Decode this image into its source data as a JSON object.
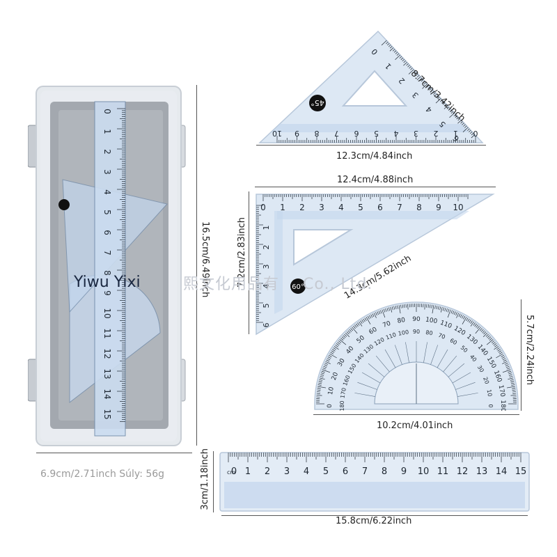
{
  "product": {
    "brand_left": "Yiwu Yixi",
    "brand_right_cjk": "熙文化用品有",
    "brand_right_latin": "Co., Ltd."
  },
  "dimensions": {
    "case_height": "16.5cm/6.49inch",
    "case_width_and_weight": "6.9cm/2.71inch Súly: 56g",
    "triangle45_hypotenuse": "8.7cm/3.42inch",
    "triangle45_base": "12.3cm/4.84inch",
    "triangle60_top": "12.4cm/4.88inch",
    "triangle60_side": "7.2cm/2.83inch",
    "triangle60_hypotenuse": "14.3cm/5.62inch",
    "protractor_height": "5.7cm/2.24inch",
    "protractor_width": "10.2cm/4.01inch",
    "ruler_height": "3cm/1.18inch",
    "ruler_length": "15.8cm/6.22inch"
  },
  "markings": {
    "cm_unit": "cm",
    "badge45": "45°",
    "badge60": "60°",
    "ruler_numbers": [
      "0",
      "1",
      "2",
      "3",
      "4",
      "5",
      "6",
      "7",
      "8",
      "9",
      "10",
      "11",
      "12",
      "13",
      "14",
      "15"
    ],
    "tri60_top_numbers": [
      "0",
      "1",
      "2",
      "3",
      "4",
      "5",
      "6",
      "7",
      "8",
      "9",
      "10"
    ],
    "tri60_side_numbers": [
      "1",
      "2",
      "3",
      "4",
      "5",
      "6"
    ],
    "tri45_base_numbers": [
      "10",
      "9",
      "8",
      "7",
      "6",
      "5",
      "4",
      "3",
      "2",
      "1",
      "0"
    ],
    "tri45_side_numbers": [
      "0",
      "1",
      "2",
      "3",
      "4",
      "5",
      "6"
    ],
    "case_ruler_numbers": [
      "0",
      "1",
      "2",
      "3",
      "4",
      "5",
      "6",
      "7",
      "8",
      "9",
      "10",
      "11",
      "12",
      "13",
      "14",
      "15"
    ],
    "protractor_outer": [
      "0",
      "10",
      "20",
      "30",
      "40",
      "50",
      "60",
      "70",
      "80",
      "90",
      "100",
      "110",
      "120",
      "130",
      "140",
      "150",
      "160",
      "170",
      "180"
    ],
    "protractor_inner": [
      "180",
      "170",
      "160",
      "150",
      "140",
      "130",
      "120",
      "110",
      "100",
      "90",
      "80",
      "70",
      "60",
      "50",
      "40",
      "30",
      "20",
      "10",
      "0"
    ]
  },
  "colors": {
    "plastic": "#d9e6f3",
    "plastic_edge": "#b8c8db",
    "band": "#bcd2ec",
    "ink": "#1d2630",
    "badge": "#111111"
  }
}
